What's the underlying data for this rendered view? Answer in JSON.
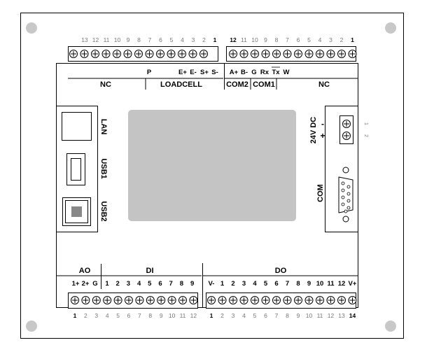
{
  "colors": {
    "screen": "#c4c4c4",
    "frame": "#000000",
    "mount_hole": "#c8c8c8",
    "muted_label": "#777777"
  },
  "top_left_block": {
    "pin_numbers": [
      "13",
      "12",
      "11",
      "10",
      "9",
      "8",
      "7",
      "6",
      "5",
      "4",
      "3",
      "2",
      "1"
    ],
    "signals": [
      "P",
      "E+",
      "E-",
      "S+",
      "S-"
    ],
    "groups": [
      "NC",
      "LOADCELL"
    ]
  },
  "top_right_block": {
    "pin_numbers": [
      "12",
      "11",
      "10",
      "9",
      "8",
      "7",
      "6",
      "5",
      "4",
      "3",
      "2",
      "1"
    ],
    "signals": [
      "A+",
      "B-",
      "G",
      "Rx",
      "Tx",
      "W"
    ],
    "groups": [
      "COM2",
      "COM1",
      "NC"
    ]
  },
  "bottom_left_block": {
    "pin_numbers": [
      "1",
      "2",
      "3",
      "4",
      "5",
      "6",
      "7",
      "8",
      "9",
      "10",
      "11",
      "12"
    ],
    "ao": {
      "title": "AO",
      "signals": [
        "1+",
        "2+",
        "G"
      ]
    },
    "di": {
      "title": "DI",
      "signals": [
        "1",
        "2",
        "3",
        "4",
        "5",
        "6",
        "7",
        "8",
        "9"
      ]
    }
  },
  "bottom_right_block": {
    "pin_numbers": [
      "1",
      "2",
      "3",
      "4",
      "5",
      "6",
      "7",
      "8",
      "9",
      "10",
      "11",
      "12",
      "13",
      "14"
    ],
    "do": {
      "title": "DO",
      "signals": [
        "V-",
        "1",
        "2",
        "3",
        "4",
        "5",
        "6",
        "7",
        "8",
        "9",
        "10",
        "11",
        "12",
        "V+"
      ]
    }
  },
  "left_ports": {
    "lan": "LAN",
    "usb1": "USB1",
    "usb2": "USB2"
  },
  "right_ports": {
    "power": "24V DC",
    "polarity_minus": "-",
    "polarity_plus": "+",
    "power_pins": [
      "1",
      "2"
    ],
    "com": "COM"
  }
}
